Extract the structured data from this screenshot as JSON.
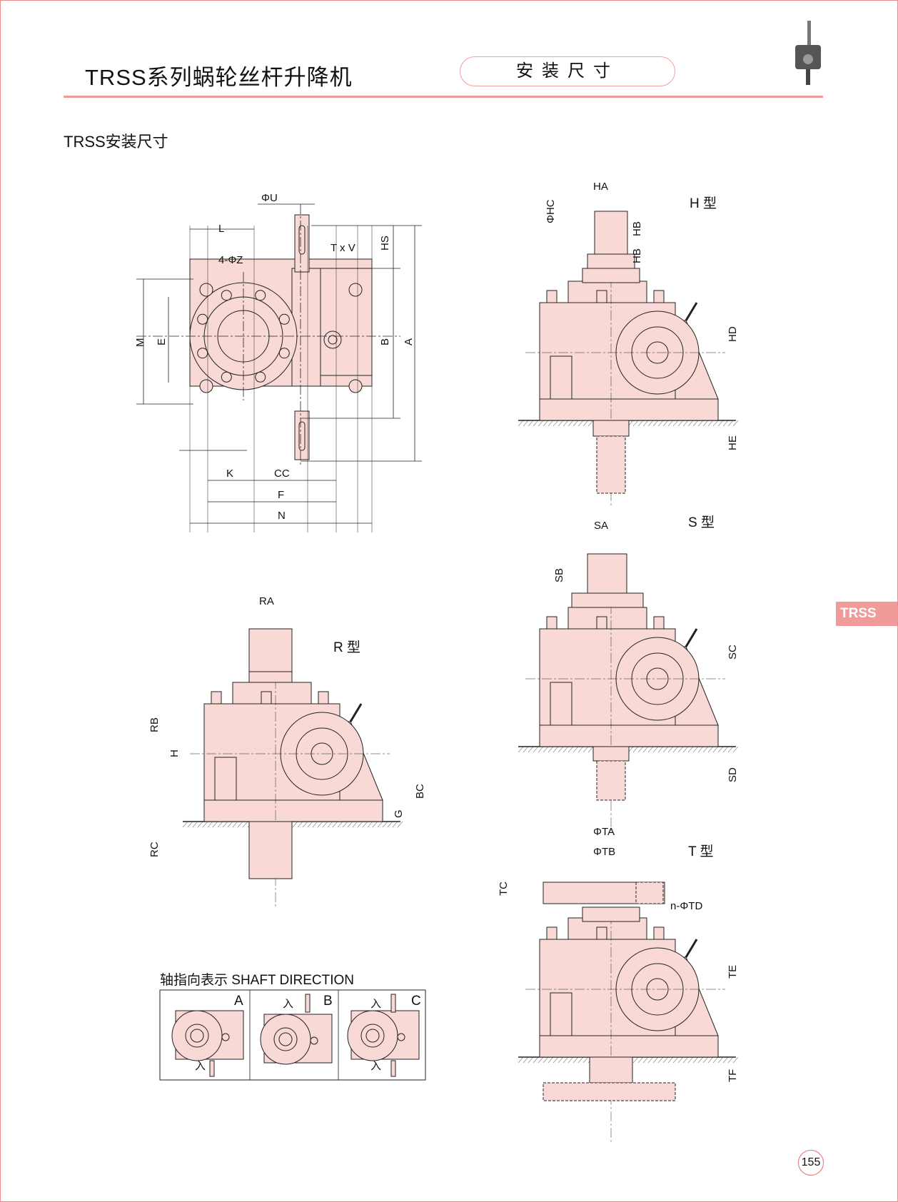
{
  "header": {
    "title": "TRSS系列蜗轮丝杆升降机",
    "section": "安装尺寸"
  },
  "subtitle": "TRSS安装尺寸",
  "side_tab": "TRSS",
  "page_number": "155",
  "colors": {
    "fill": "#f9d9d6",
    "accent": "#ef9a9a",
    "line": "#222222"
  },
  "plan_view": {
    "labels": [
      "ΦU",
      "L",
      "4-ΦZ",
      "T x V",
      "HS",
      "M",
      "E",
      "B",
      "A",
      "K",
      "CC",
      "F",
      "N"
    ]
  },
  "types": {
    "H": {
      "name": "H 型",
      "labels": [
        "ΦHC",
        "HA",
        "HB",
        "HB",
        "HD",
        "HE"
      ]
    },
    "S": {
      "name": "S 型",
      "labels": [
        "SA",
        "SB",
        "SC",
        "SD"
      ]
    },
    "R": {
      "name": "R 型",
      "labels": [
        "RA",
        "RB",
        "H",
        "BC",
        "G",
        "RC"
      ]
    },
    "T": {
      "name": "T 型",
      "labels": [
        "ΦTA",
        "ΦTB",
        "TC",
        "n-ΦTD",
        "TE",
        "TF"
      ]
    }
  },
  "shaft_direction": {
    "title": "轴指向表示 SHAFT DIRECTION",
    "panels": [
      {
        "letter": "A",
        "input": "入"
      },
      {
        "letter": "B",
        "input": "入"
      },
      {
        "letter": "C",
        "input": "入",
        "input2": "入"
      }
    ]
  }
}
